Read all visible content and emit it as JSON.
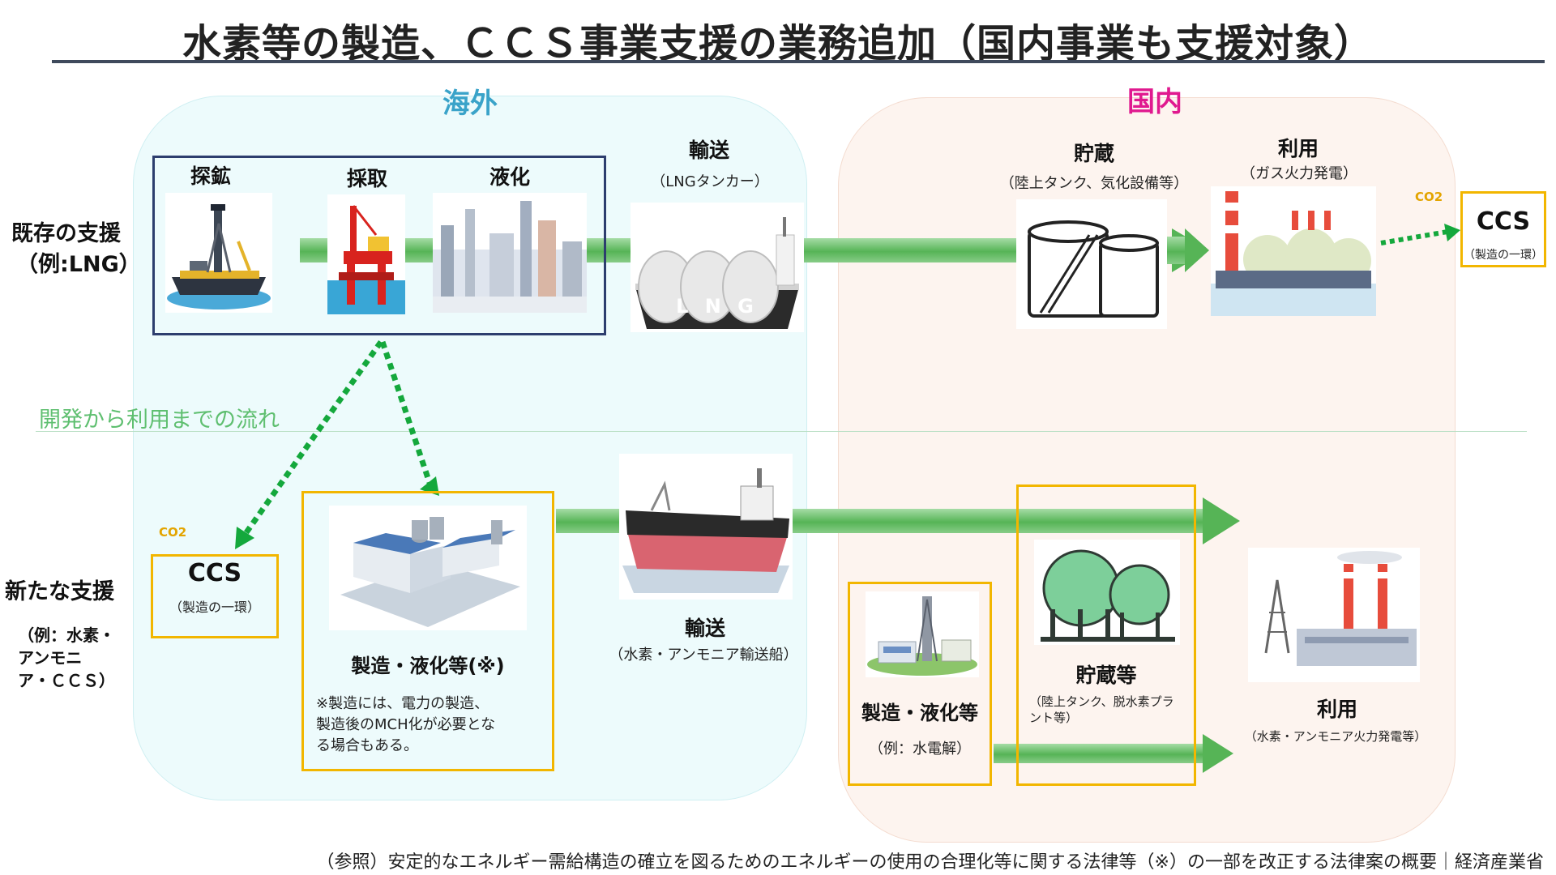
{
  "title": "水素等の製造、ＣＣＳ事業支援の業務追加（国内事業も支援対象）",
  "regions": {
    "overseas": "海外",
    "domestic": "国内"
  },
  "row_labels": {
    "existing_line1": "既存の支援",
    "existing_line2": "（例:LNG）",
    "new_line1": "新たな支援",
    "new_sub_lines": [
      "（例：水素・",
      "アンモニ",
      "ア・ＣＣＳ）"
    ]
  },
  "flow_label": "開発から利用までの流れ",
  "existing": {
    "exploration": "探鉱",
    "extraction": "採取",
    "liquefaction": "液化",
    "transport_title": "輸送",
    "transport_sub": "（LNGタンカー）",
    "ship_hull_text": "L N G",
    "storage_title": "貯蔵",
    "storage_sub": "（陸上タンク、気化設備等）",
    "usage_title": "利用",
    "usage_sub": "（ガス火力発電）",
    "co2": "CO2",
    "ccs_title": "CCS",
    "ccs_sub": "（製造の一環）"
  },
  "new": {
    "co2": "CO2",
    "ccs_title": "CCS",
    "ccs_sub": "（製造の一環）",
    "manufacture_title": "製造・液化等(※)",
    "manufacture_note": [
      "※製造には、電力の製造、",
      "製造後のMCH化が必要とな",
      "る場合もある。"
    ],
    "transport_title": "輸送",
    "transport_sub": "（水素・アンモニア輸送船）",
    "dom_manufacture_title": "製造・液化等",
    "dom_manufacture_sub": "（例：水電解）",
    "storage_title": "貯蔵等",
    "storage_sub": [
      "（陸上タンク、脱水素プラ",
      "ント等）"
    ],
    "usage_title": "利用",
    "usage_sub": "（水素・アンモニア火力発電等）"
  },
  "footer": "（参照）安定的なエネルギー需給構造の確立を図るためのエネルギーの使用の合理化等に関する法律等（※）の一部を改正する法律案の概要｜経済産業省",
  "colors": {
    "navy_box": "#2d3e6e",
    "gold_box": "#f2b600",
    "arrow_green": "#56b456",
    "dotted_green": "#14a83c",
    "overseas_label": "#3aa3c9",
    "domestic_label": "#e0198f"
  }
}
